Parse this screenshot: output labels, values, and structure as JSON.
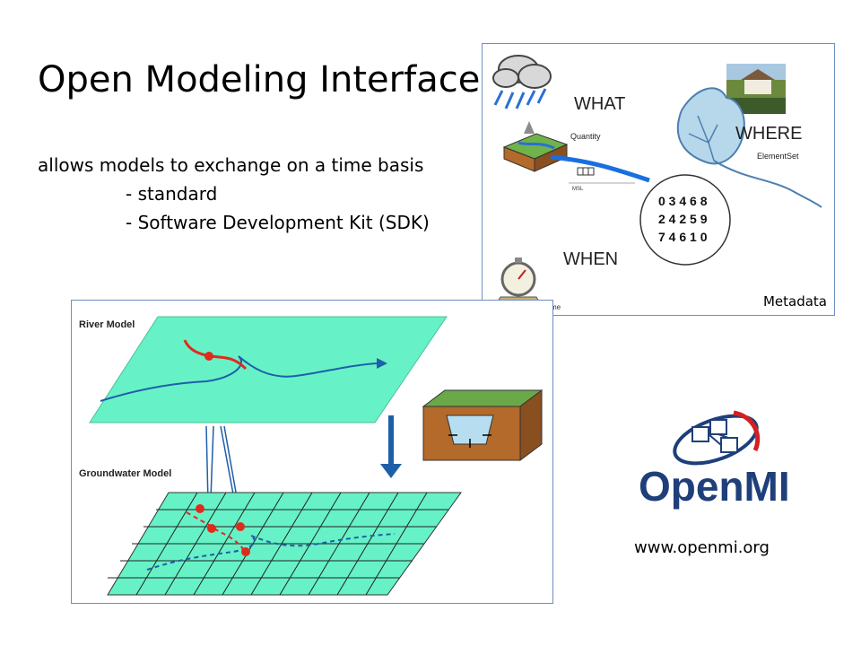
{
  "slide": {
    "title": "Open Modeling Interface",
    "bullets": [
      "allows models to exchange on a time basis",
      "- standard",
      "- Software Development Kit (SDK)"
    ],
    "url": "www.openmi.org"
  },
  "metadata_diagram": {
    "what": "WHAT",
    "where": "WHERE",
    "when": "WHEN",
    "quantity": "Quantity",
    "element_set": "ElementSet",
    "time_partial": "me",
    "msl": "MSL",
    "caption": "Metadata",
    "number_rows": [
      "0 3 4 6 8",
      "2 4 2 5 9",
      "7 4 6 1 0"
    ]
  },
  "model_diagram": {
    "river_model_label": "River Model",
    "groundwater_model_label": "Groundwater Model"
  },
  "logo": {
    "text": "OpenMI"
  },
  "colors": {
    "plane": "#66f2c6",
    "river": "#1f5fa8",
    "river_segment": "#e02a1e",
    "logo_text": "#1f3f7a",
    "logo_accent": "#d42020"
  }
}
